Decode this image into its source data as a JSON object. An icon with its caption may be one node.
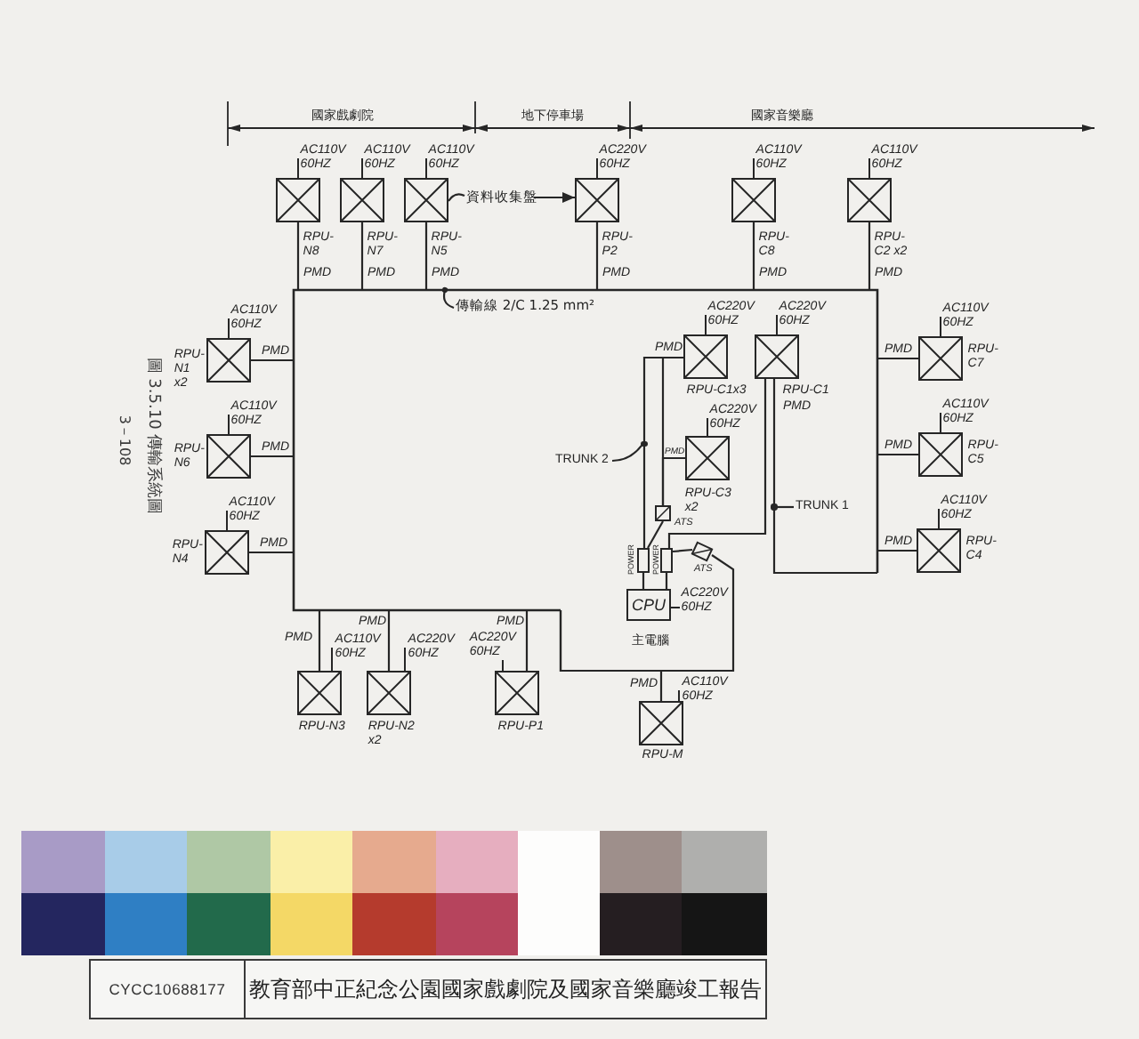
{
  "diagram": {
    "nodes": [
      {
        "text": [
          "RPU- N8"
        ],
        "beside": [
          "AC110V 60HZ"
        ]
      },
      {
        "text": [
          "RPU- N7"
        ],
        "beside": [
          "AC110V 60HZ"
        ]
      },
      {
        "text": [
          "RPU- N5"
        ],
        "beside": [
          "AC110V 60HZ"
        ]
      },
      {
        "text": [
          "資料收集盤"
        ]
      },
      {
        "text": [
          "RPU- P2"
        ],
        "beside": [
          "AC220V 60HZ"
        ]
      },
      {
        "text": [
          "RPU- C8"
        ],
        "beside": [
          "AC110V 60HZ"
        ]
      },
      {
        "text": [
          "RPU- C2 x2"
        ],
        "beside": [
          "AC110V 60HZ"
        ]
      },
      {
        "text": [],
        "shape": "box"
      },
      {
        "text": [
          "傳輸線 2/C 1.25 mm²"
        ],
        "in": 7
      },
      {
        "text": [
          "RPU- N1 x2"
        ],
        "beside": [
          "AC110V 60HZ"
        ]
      },
      {
        "text": [
          "RPU-C1x3"
        ],
        "beside": [
          "AC220V 60HZ"
        ],
        "in": 7
      },
      {
        "text": [
          "RPU-C1"
        ],
        "beside": [
          "AC220V 60HZ"
        ],
        "in": 7
      },
      {
        "text": [
          "RPU- C7"
        ],
        "beside": [
          "AC110V 60HZ"
        ]
      },
      {
        "text": [
          "RPU- N6"
        ],
        "beside": [
          "AC110V 60HZ"
        ]
      },
      {
        "text": [
          "RPU-C3 x2"
        ],
        "beside": [
          "AC220V 60HZ"
        ],
        "in": 7
      },
      {
        "text": [
          "RPU- C5"
        ],
        "beside": [
          "AC110V 60HZ"
        ]
      },
      {
        "text": [
          "TRUNK 2"
        ],
        "in": 7
      },
      {
        "text": [
          "ATS"
        ],
        "in": 7
      },
      {
        "text": [
          "TRUNK 1"
        ],
        "in": 7
      },
      {
        "text": [
          "RPU- N4"
        ],
        "beside": [
          "AC110V 60HZ"
        ]
      },
      {
        "text": [
          "RPU- C4"
        ],
        "beside": [
          "AC110V 60HZ"
        ]
      },
      {
        "text": [
          "POWER"
        ],
        "in": 7
      },
      {
        "text": [
          "POWER"
        ],
        "in": 7
      },
      {
        "text": [
          "ATS"
        ],
        "in": 7
      },
      {
        "text": [
          "CPU",
          "主電腦"
        ],
        "beside": [
          "AC220V 60HZ"
        ],
        "in": 7
      },
      {
        "text": [
          "RPU-N3"
        ],
        "beside": [
          "AC110V 60HZ"
        ]
      },
      {
        "text": [
          "RPU-N2 x2"
        ],
        "beside": [
          "AC220V 60HZ"
        ]
      },
      {
        "text": [
          "RPU-P1"
        ],
        "beside": [
          "AC220V 60HZ"
        ]
      },
      {
        "text": [
          "RPU-M"
        ],
        "beside": [
          "AC110V 60HZ"
        ]
      },
      {
        "text": [],
        "shape": "circle",
        "in": 7
      },
      {
        "text": [],
        "shape": "circle",
        "in": 7
      }
    ],
    "edges": [
      {
        "from": 0,
        "to": 7,
        "arrow": "none",
        "label": "PMD"
      },
      {
        "from": 1,
        "to": 7,
        "arrow": "none",
        "label": "PMD"
      },
      {
        "from": 2,
        "to": 7,
        "arrow": "none",
        "label": "PMD"
      },
      {
        "from": 3,
        "to": 2,
        "arrow": "none"
      },
      {
        "from": 3,
        "to": 4,
        "arrow": "to"
      },
      {
        "from": 4,
        "to": 7,
        "arrow": "none",
        "label": "PMD"
      },
      {
        "from": 5,
        "to": 7,
        "arrow": "none",
        "label": "PMD"
      },
      {
        "from": 6,
        "to": 7,
        "arrow": "none",
        "label": "PMD"
      },
      {
        "from": 8,
        "to": 7,
        "arrow": "other"
      },
      {
        "from": 9,
        "to": 7,
        "arrow": "none",
        "label": "PMD"
      },
      {
        "from": 12,
        "to": 7,
        "arrow": "none",
        "label": "PMD"
      },
      {
        "from": 13,
        "to": 7,
        "arrow": "none",
        "label": "PMD"
      },
      {
        "from": 15,
        "to": 7,
        "arrow": "none",
        "label": "PMD"
      },
      {
        "from": 19,
        "to": 7,
        "arrow": "none",
        "label": "PMD"
      },
      {
        "from": 20,
        "to": 7,
        "arrow": "none",
        "label": "PMD"
      },
      {
        "from": 10,
        "to": 21,
        "arrow": "none",
        "label": "PMD"
      },
      {
        "from": 10,
        "to": 17,
        "arrow": "none"
      },
      {
        "from": 14,
        "to": 17,
        "arrow": "none",
        "label": "PMD"
      },
      {
        "from": 17,
        "to": 21,
        "arrow": "none"
      },
      {
        "from": 11,
        "to": 7,
        "arrow": "none",
        "label": "PMD"
      },
      {
        "from": 11,
        "to": 22,
        "arrow": "none"
      },
      {
        "from": 16,
        "to": 29,
        "arrow": "none"
      },
      {
        "from": 18,
        "to": 30,
        "arrow": "none"
      },
      {
        "from": 22,
        "to": 23,
        "arrow": "none"
      },
      {
        "from": 23,
        "to": 7,
        "arrow": "none"
      },
      {
        "from": 21,
        "to": 24,
        "arrow": "none"
      },
      {
        "from": 22,
        "to": 24,
        "arrow": "none"
      },
      {
        "from": 25,
        "to": 7,
        "arrow": "none",
        "label": "PMD"
      },
      {
        "from": 26,
        "to": 7,
        "arrow": "none",
        "label": "PMD"
      },
      {
        "from": 27,
        "to": 7,
        "arrow": "none",
        "label": "PMD"
      },
      {
        "from": 28,
        "to": 7,
        "arrow": "none",
        "label": "PMD"
      }
    ],
    "labels": [
      "國家戲劇院",
      "地下停車場",
      "國家音樂廳",
      "圖 3.5.10 傳輸系統圖",
      "3－108",
      "CYCC10688177",
      "教育部中正紀念公園國家戲劇院及國家音樂廳竣工報告"
    ]
  }
}
